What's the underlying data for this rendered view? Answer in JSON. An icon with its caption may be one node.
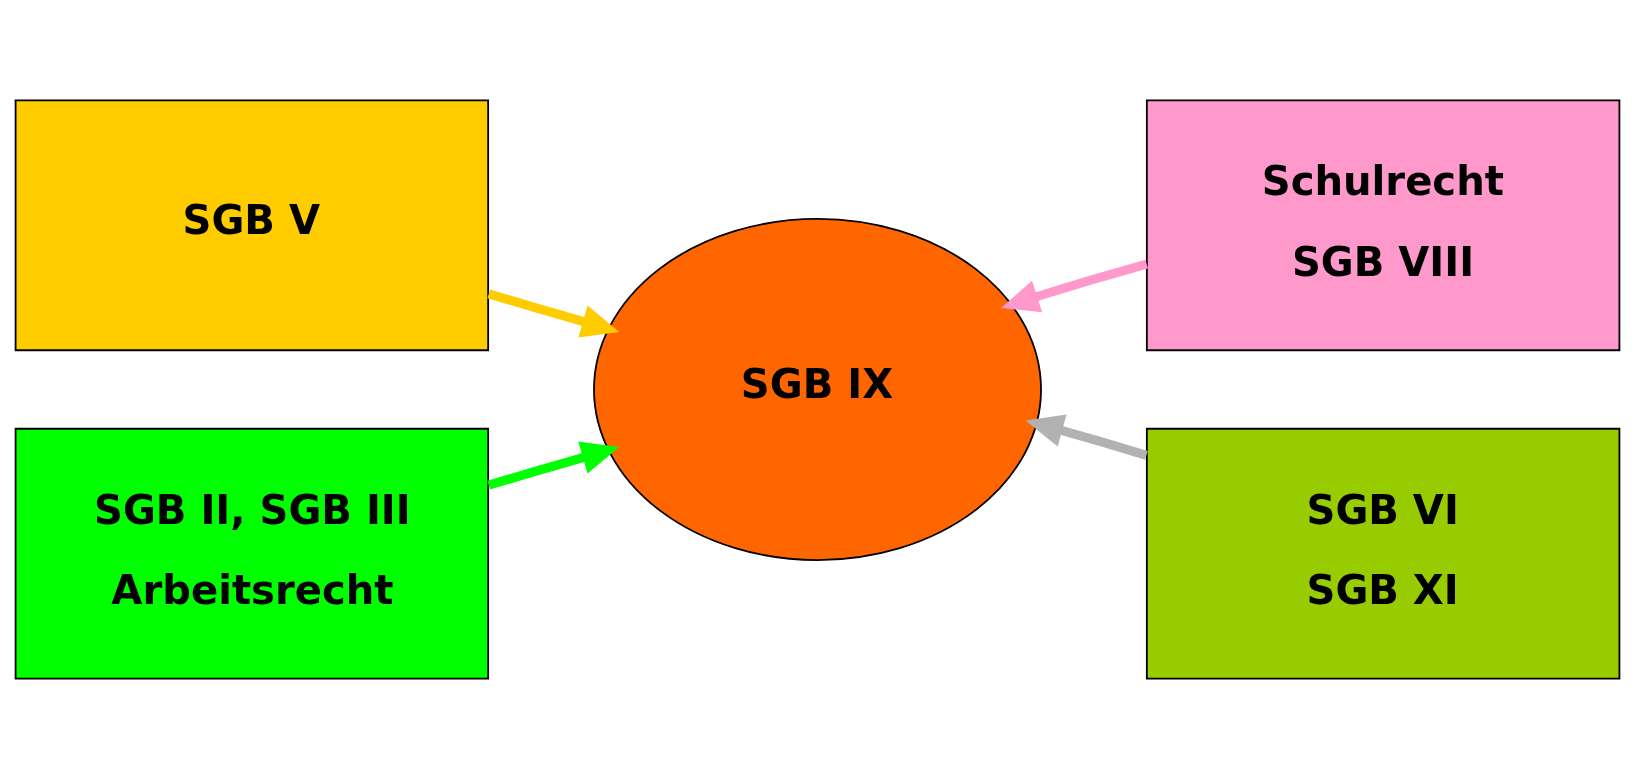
{
  "diagram": {
    "nodes": [
      {
        "text": [
          "SGB V"
        ]
      },
      {
        "text": [
          "Schulrecht",
          "SGB VIII"
        ]
      },
      {
        "text": [
          "SGB IX"
        ]
      },
      {
        "text": [
          "SGB II, SGB III",
          "Arbeitsrecht"
        ]
      },
      {
        "text": [
          "SGB VI",
          "SGB XI"
        ]
      }
    ],
    "edges": [
      {
        "from": 0,
        "to": 2,
        "arrow": "to",
        "color": "#ffcc00"
      },
      {
        "from": 1,
        "to": 2,
        "arrow": "to",
        "color": "#ff99cc"
      },
      {
        "from": 3,
        "to": 2,
        "arrow": "to",
        "color": "#00ff00"
      },
      {
        "from": 4,
        "to": 2,
        "arrow": "to",
        "color": "#b2b2b2"
      }
    ]
  }
}
